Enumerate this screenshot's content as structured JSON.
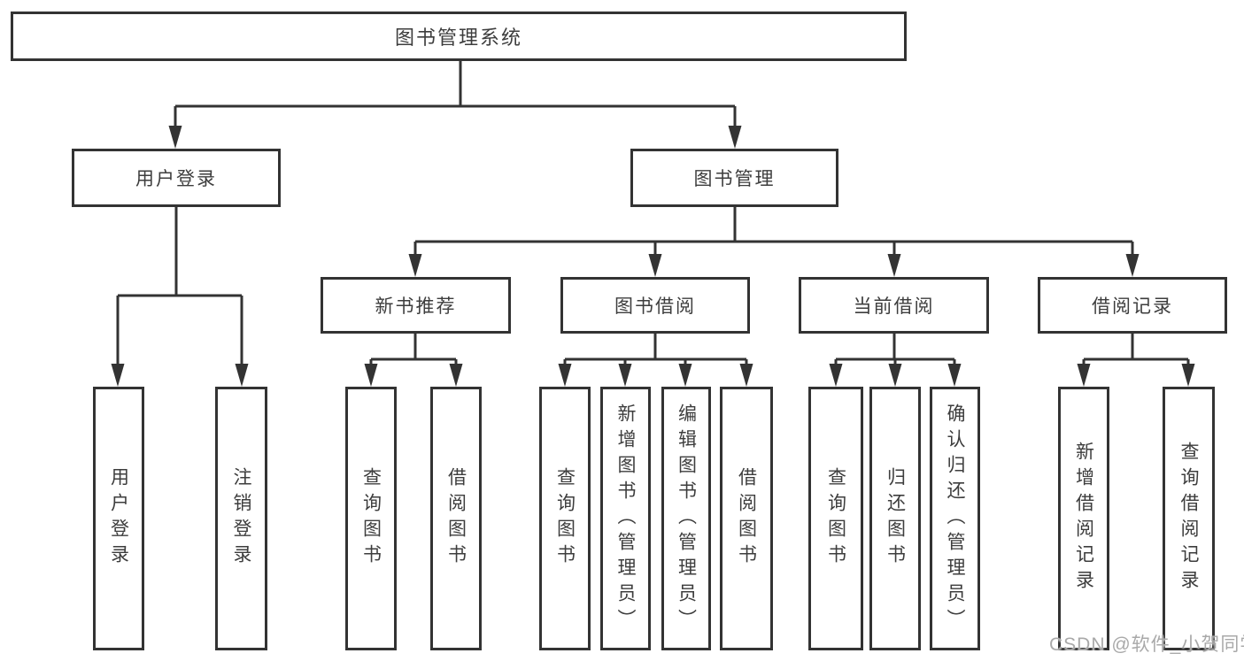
{
  "diagram": {
    "title_node": "图书管理系统",
    "level2": [
      "用户登录",
      "图书管理"
    ],
    "level3": [
      "新书推荐",
      "图书借阅",
      "当前借阅",
      "借阅记录"
    ],
    "leaves_user_login": [
      "用户登录",
      "注销登录"
    ],
    "leaves_new_book": [
      "查询图书",
      "借阅图书"
    ],
    "leaves_book_borrow": [
      "查询图书",
      "新增图书（管理员）",
      "编辑图书（管理员）",
      "借阅图书"
    ],
    "leaves_current_borrow": [
      "查询图书",
      "归还图书",
      "确认归还（管理员）"
    ],
    "leaves_borrow_record": [
      "新增借阅记录",
      "查询借阅记录"
    ]
  },
  "watermark": {
    "text": "CSDN @软件_小贺同学"
  },
  "colors": {
    "line": "#333333",
    "box_border": "#333333",
    "text": "#3d3d3d",
    "background": "#ffffff",
    "watermark": "#a9a9a9"
  }
}
